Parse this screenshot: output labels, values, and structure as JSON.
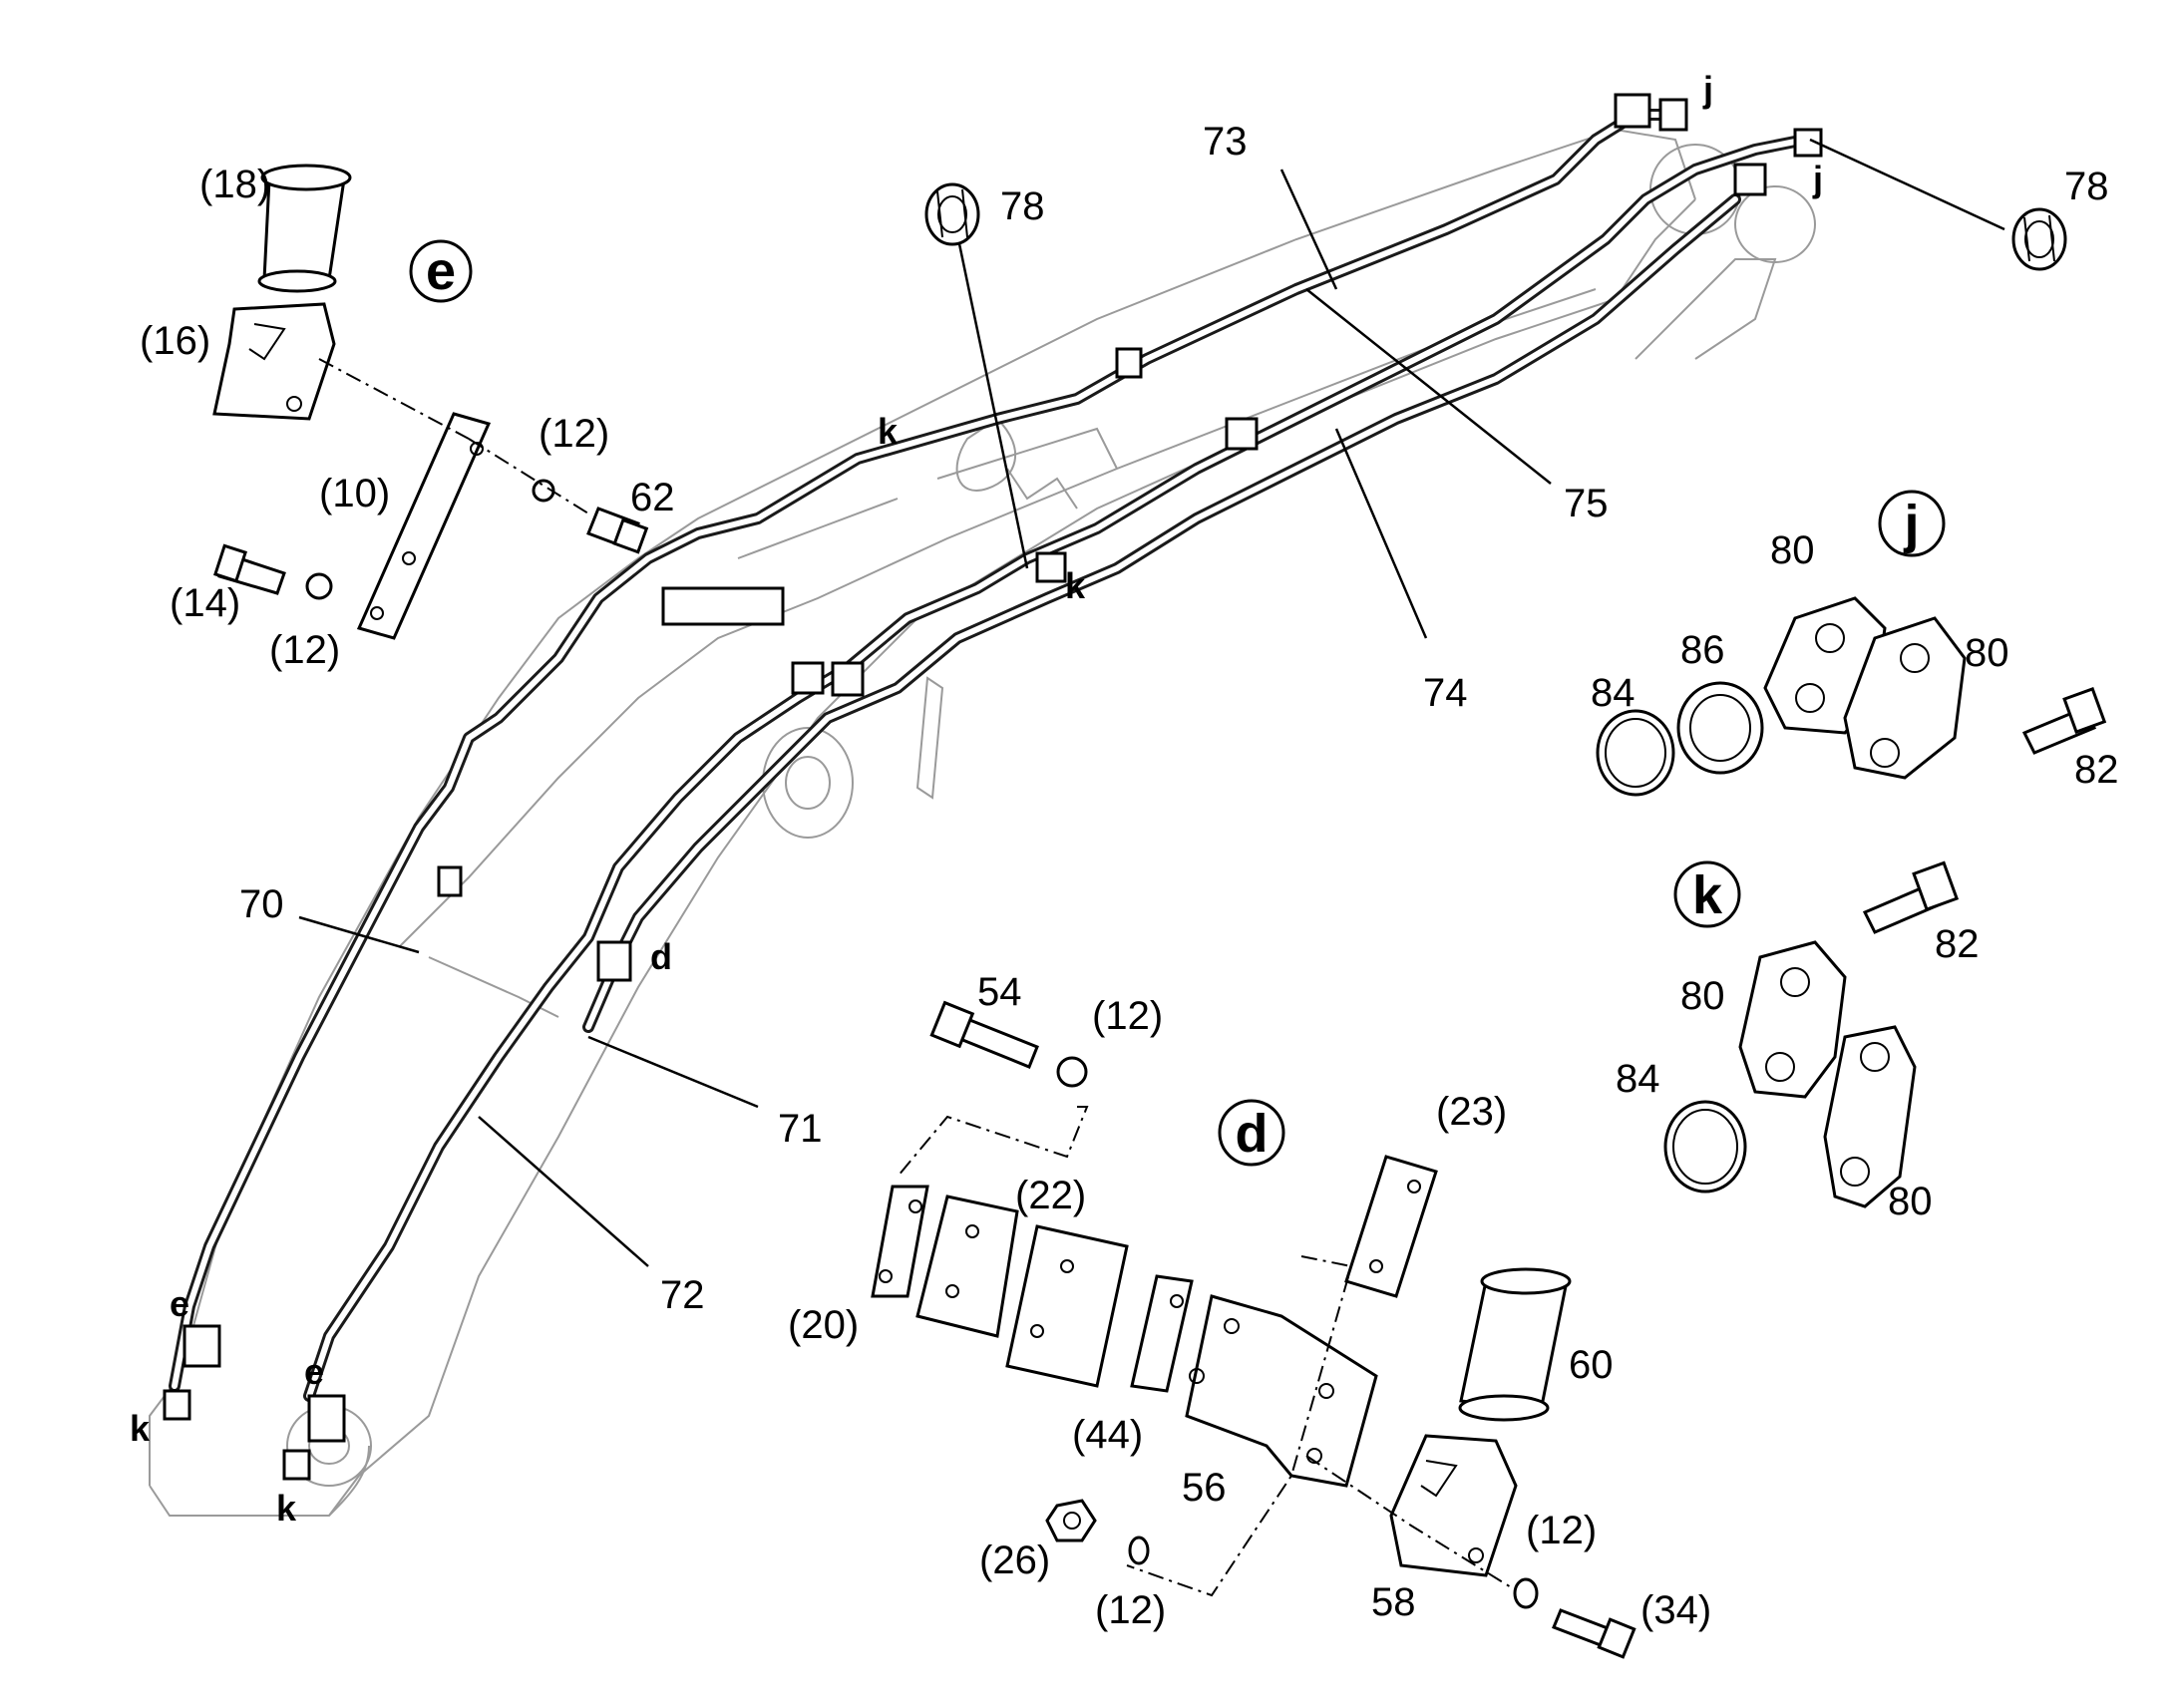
{
  "title": "",
  "detail_views": {
    "e": {
      "badge": "e"
    },
    "j": {
      "badge": "j"
    },
    "k": {
      "badge": "k"
    },
    "d": {
      "badge": "d"
    }
  },
  "part_labels": {
    "p18": "(18)",
    "p16": "(16)",
    "p10": "(10)",
    "p12a": "(12)",
    "p62": "62",
    "p14": "(14)",
    "p12b": "(12)",
    "p78a": "78",
    "p73": "73",
    "p78b": "78",
    "p75": "75",
    "p74": "74",
    "p80a": "80",
    "p86": "86",
    "p84a": "84",
    "p80b": "80",
    "p82a": "82",
    "p82b": "82",
    "p80c": "80",
    "p84b": "84",
    "p80d": "80",
    "p70": "70",
    "p71": "71",
    "p72": "72",
    "p54": "54",
    "p12c": "(12)",
    "p23": "(23)",
    "p22": "(22)",
    "p20": "(20)",
    "p60": "60",
    "p44": "(44)",
    "p56": "56",
    "p26": "(26)",
    "p12d": "(12)",
    "p12e": "(12)",
    "p58": "58",
    "p34": "(34)"
  },
  "callouts": {
    "k1": "k",
    "k2": "k",
    "k3": "k",
    "k4": "k",
    "j1": "j",
    "j2": "j",
    "d1": "d",
    "e1": "e",
    "e2": "e"
  }
}
